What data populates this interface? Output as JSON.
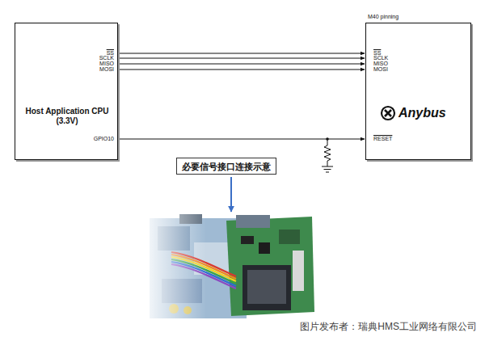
{
  "diagram": {
    "nodes": [
      {
        "text": [
          "Host Application CPU (3.3V)"
        ]
      },
      {
        "text": [
          "M40 pinning",
          "Anybus"
        ]
      },
      {
        "text": [
          "必要信号接口连接示意"
        ]
      }
    ],
    "edges": [
      {
        "from": 0,
        "to": 1,
        "arrow": "to"
      },
      {
        "from": 0,
        "to": 1,
        "arrow": "to"
      },
      {
        "from": 0,
        "to": 1,
        "arrow": "to"
      },
      {
        "from": 0,
        "to": 1,
        "arrow": "to"
      },
      {
        "from": 0,
        "to": 1,
        "arrow": "to"
      }
    ],
    "labels": [
      "SS",
      "SCLK",
      "MISO",
      "MOSI",
      "GPIO10",
      "SS",
      "SCLK",
      "MISO",
      "MOSI",
      "RESET",
      "图片发布者：瑞典HMS工业网络有限公司"
    ]
  }
}
